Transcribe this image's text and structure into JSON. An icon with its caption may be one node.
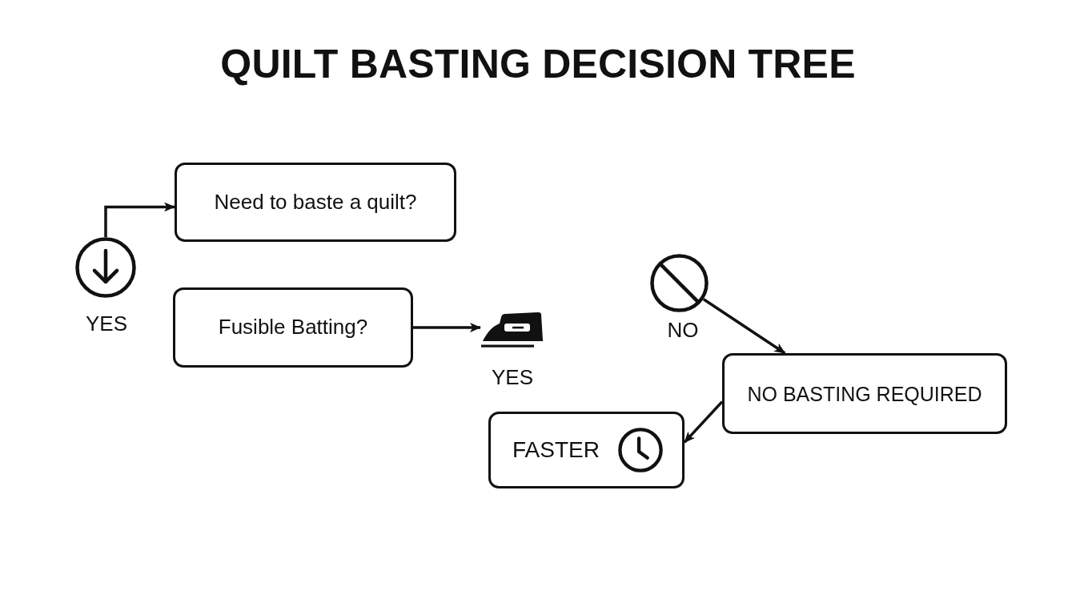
{
  "diagram": {
    "title": "QUILT BASTING DECISION TREE",
    "nodes": [
      {
        "text": [
          "Need to baste a quilt?"
        ]
      },
      {
        "text": [],
        "shape": "circle",
        "beside": [
          "YES"
        ]
      },
      {
        "text": [
          "Fusible Batting?"
        ]
      },
      {
        "text": [],
        "shape": "picture",
        "beside": [
          "YES"
        ]
      },
      {
        "text": [],
        "shape": "circle",
        "beside": [
          "NO"
        ]
      },
      {
        "text": [
          "NO BASTING REQUIRED"
        ]
      },
      {
        "text": [
          "FASTER"
        ]
      }
    ],
    "edges": [
      {
        "from": 1,
        "to": 0,
        "arrow": "to"
      },
      {
        "from": 2,
        "to": 3,
        "arrow": "to"
      },
      {
        "from": 4,
        "to": 5,
        "arrow": "to"
      },
      {
        "from": 5,
        "to": 6,
        "arrow": "to"
      }
    ]
  }
}
